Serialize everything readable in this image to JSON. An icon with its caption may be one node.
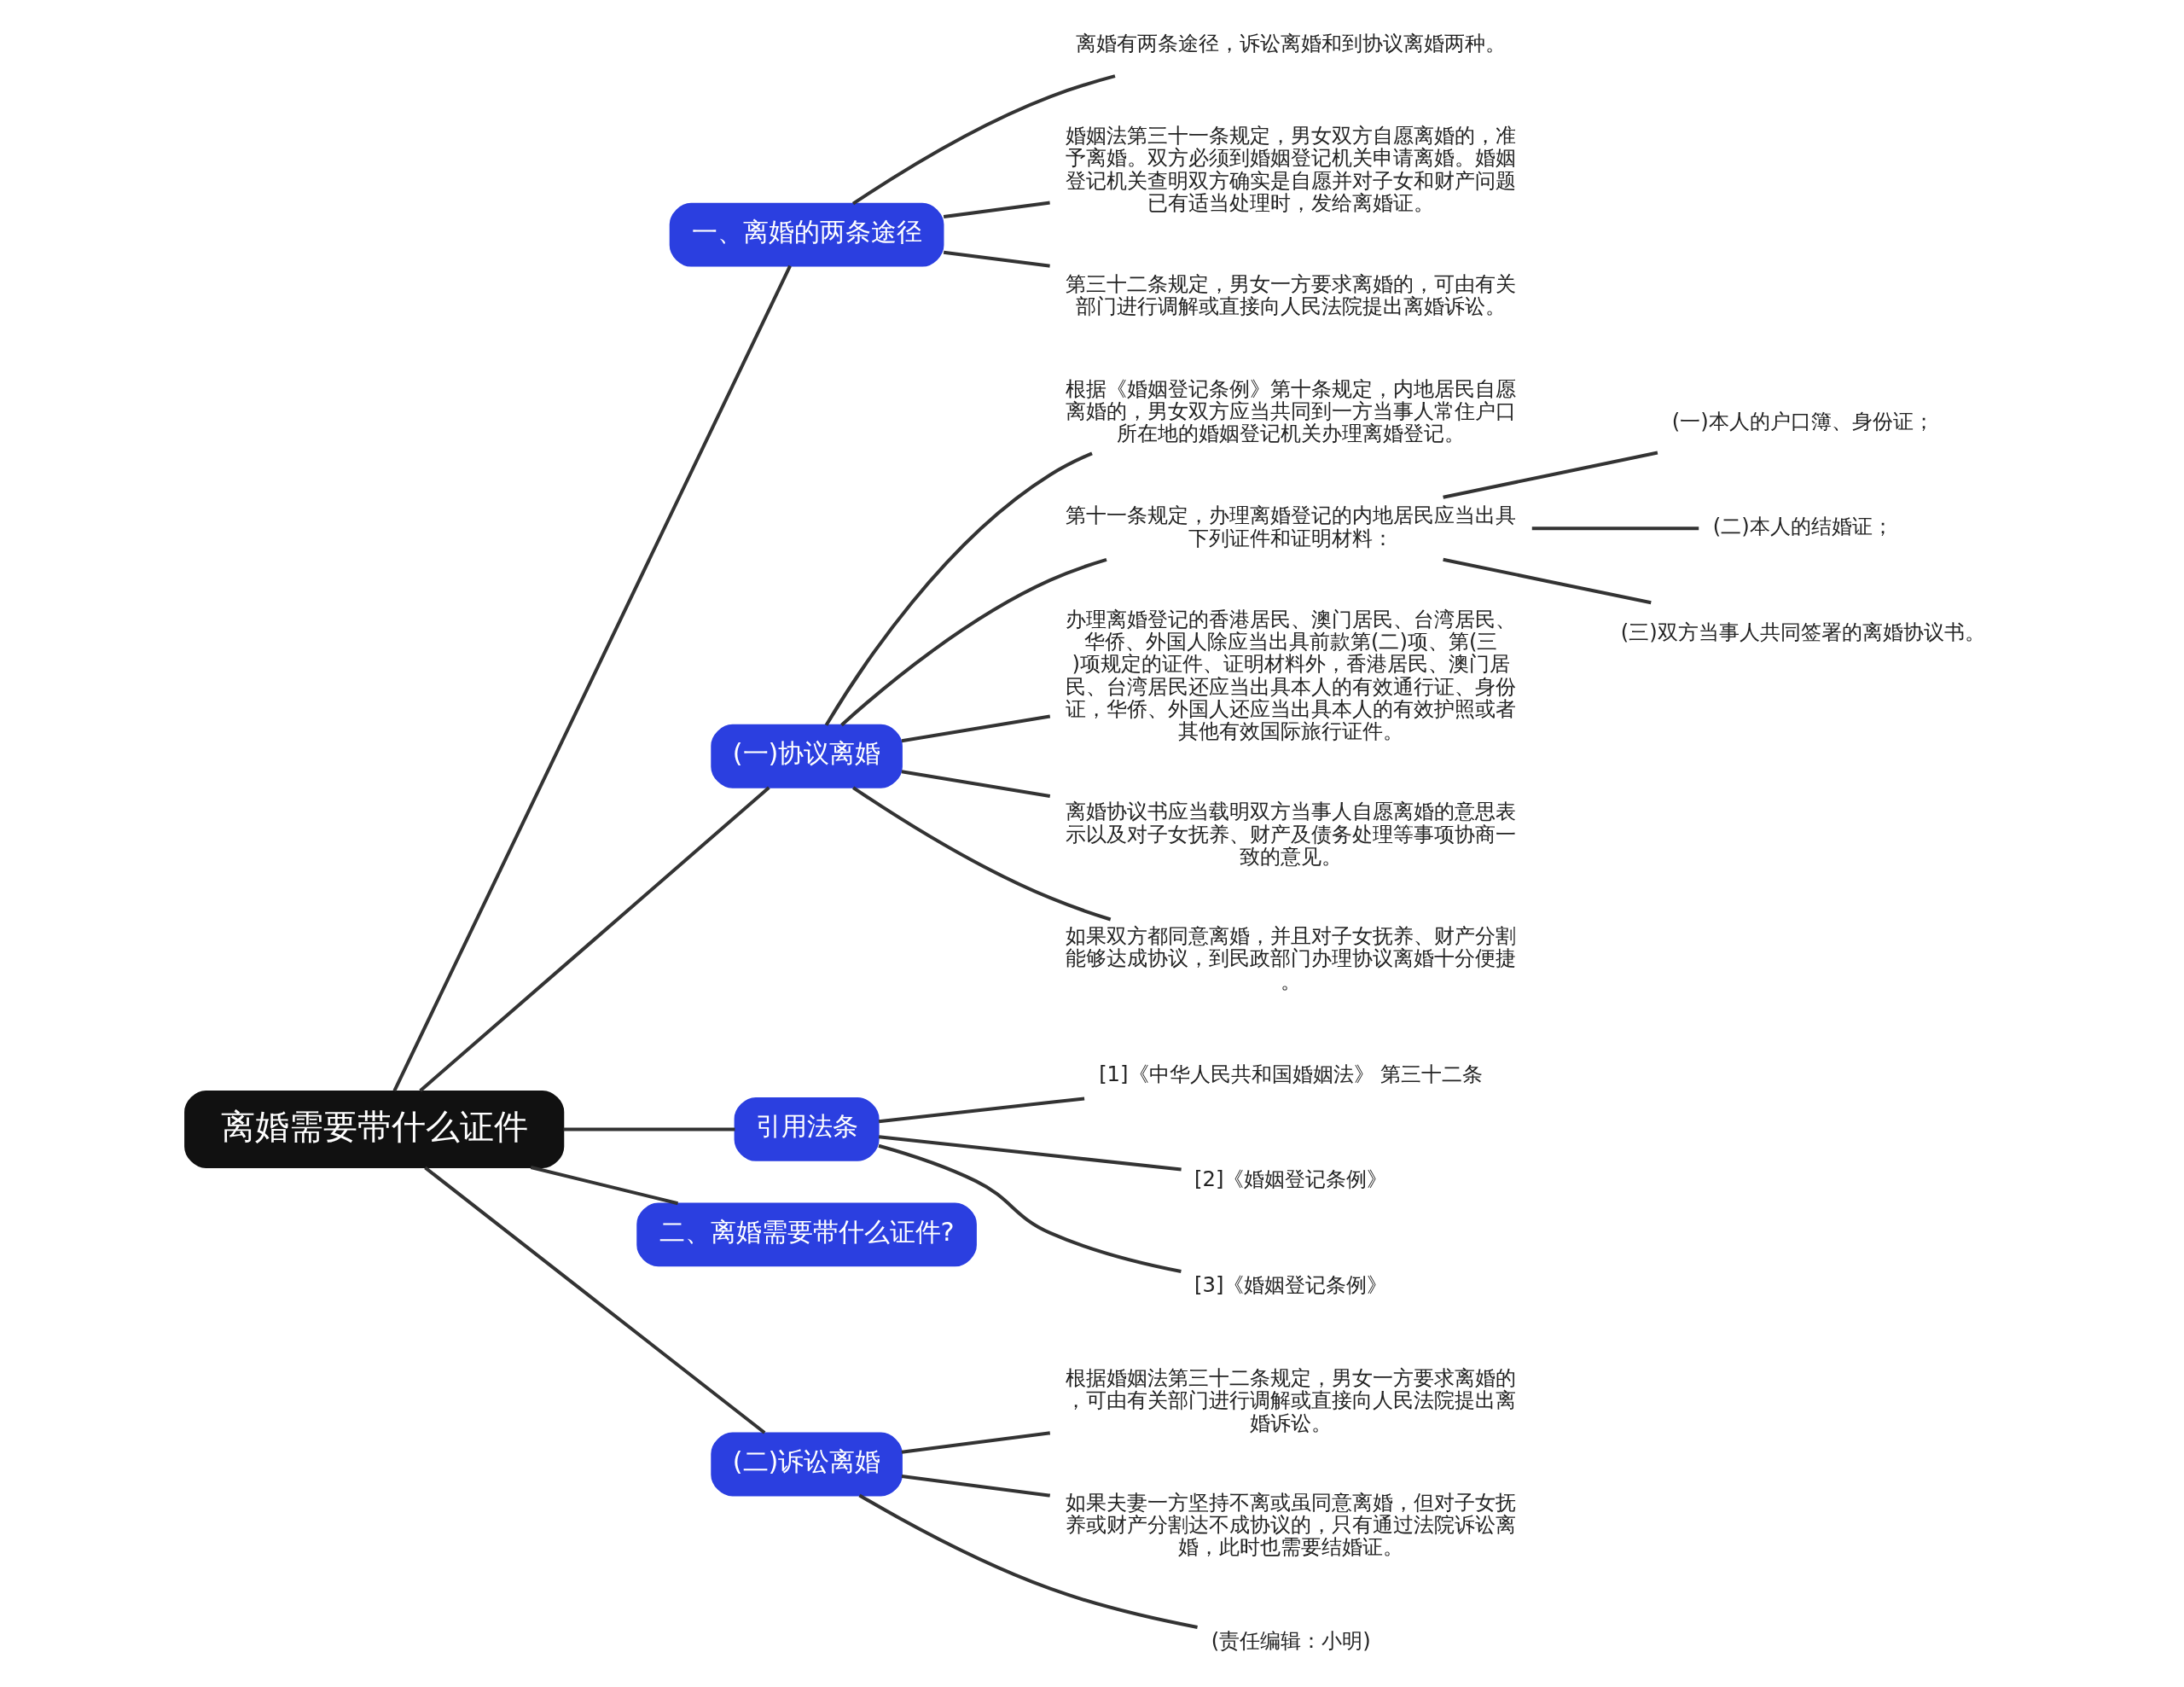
{
  "diagram": {
    "nodes": [
      {
        "text": [
          "离婚需要带什么证件"
        ]
      },
      {
        "text": [
          "一、离婚的两条途径"
        ]
      },
      {
        "text": [
          "离婚有两条途径，诉讼离婚和到协议离婚两种。"
        ]
      },
      {
        "text": [
          "婚姻法第三十一条规定，男女双方自愿离婚的，准予离婚。双方必须到婚姻登记机关申请离婚。婚姻登记机关查明双方确实是自愿并对子女和财产问题已有适当处理时，发给离婚证。"
        ]
      },
      {
        "text": [
          "第三十二条规定，男女一方要求离婚的，可由有关部门进行调解或直接向人民法院提出离婚诉讼。"
        ]
      },
      {
        "text": [
          "(一)协议离婚"
        ]
      },
      {
        "text": [
          "根据《婚姻登记条例》第十条规定，内地居民自愿离婚的，男女双方应当共同到一方当事人常住户口所在地的婚姻登记机关办理离婚登记。"
        ]
      },
      {
        "text": [
          "第十一条规定，办理离婚登记的内地居民应当出具下列证件和证明材料："
        ]
      },
      {
        "text": [
          "(一)本人的户口簿、身份证；"
        ]
      },
      {
        "text": [
          "(二)本人的结婚证；"
        ]
      },
      {
        "text": [
          "(三)双方当事人共同签署的离婚协议书。"
        ]
      },
      {
        "text": [
          "办理离婚登记的香港居民、澳门居民、台湾居民、华侨、外国人除应当出具前款第(二)项、第(三)项规定的证件、证明材料外，香港居民、澳门居民、台湾居民还应当出具本人的有效通行证、身份证，华侨、外国人还应当出具本人的有效护照或者其他有效国际旅行证件。"
        ]
      },
      {
        "text": [
          "离婚协议书应当载明双方当事人自愿离婚的意思表示以及对子女抚养、财产及债务处理等事项协商一致的意见。"
        ]
      },
      {
        "text": [
          "如果双方都同意离婚，并且对子女抚养、财产分割能够达成协议，到民政部门办理协议离婚十分便捷。"
        ]
      },
      {
        "text": [
          "引用法条"
        ]
      },
      {
        "text": [
          "[1]《中华人民共和国婚姻法》 第三十二条"
        ]
      },
      {
        "text": [
          "[2]《婚姻登记条例》"
        ]
      },
      {
        "text": [
          "[3]《婚姻登记条例》"
        ]
      },
      {
        "text": [
          "二、离婚需要带什么证件?"
        ]
      },
      {
        "text": [
          "(二)诉讼离婚"
        ]
      },
      {
        "text": [
          "根据婚姻法第三十二条规定，男女一方要求离婚的，可由有关部门进行调解或直接向人民法院提出离婚诉讼。"
        ]
      },
      {
        "text": [
          "如果夫妻一方坚持不离或虽同意离婚，但对子女抚养或财产分割达不成协议的，只有通过法院诉讼离婚，此时也需要结婚证。"
        ]
      },
      {
        "text": [
          "(责任编辑：小明)"
        ]
      }
    ],
    "edges": [
      {
        "from": 0,
        "to": 1,
        "arrow": "none"
      },
      {
        "from": 1,
        "to": 2,
        "arrow": "none"
      },
      {
        "from": 1,
        "to": 3,
        "arrow": "none"
      },
      {
        "from": 1,
        "to": 4,
        "arrow": "none"
      },
      {
        "from": 0,
        "to": 5,
        "arrow": "none"
      },
      {
        "from": 5,
        "to": 6,
        "arrow": "none"
      },
      {
        "from": 5,
        "to": 7,
        "arrow": "none"
      },
      {
        "from": 7,
        "to": 8,
        "arrow": "none"
      },
      {
        "from": 7,
        "to": 9,
        "arrow": "none"
      },
      {
        "from": 7,
        "to": 10,
        "arrow": "none"
      },
      {
        "from": 5,
        "to": 11,
        "arrow": "none"
      },
      {
        "from": 5,
        "to": 12,
        "arrow": "none"
      },
      {
        "from": 5,
        "to": 13,
        "arrow": "none"
      },
      {
        "from": 0,
        "to": 14,
        "arrow": "none"
      },
      {
        "from": 14,
        "to": 15,
        "arrow": "none"
      },
      {
        "from": 14,
        "to": 16,
        "arrow": "none"
      },
      {
        "from": 14,
        "to": 17,
        "arrow": "none"
      },
      {
        "from": 0,
        "to": 18,
        "arrow": "none"
      },
      {
        "from": 0,
        "to": 19,
        "arrow": "none"
      },
      {
        "from": 19,
        "to": 20,
        "arrow": "none"
      },
      {
        "from": 19,
        "to": 21,
        "arrow": "none"
      },
      {
        "from": 19,
        "to": 22,
        "arrow": "none"
      }
    ]
  }
}
